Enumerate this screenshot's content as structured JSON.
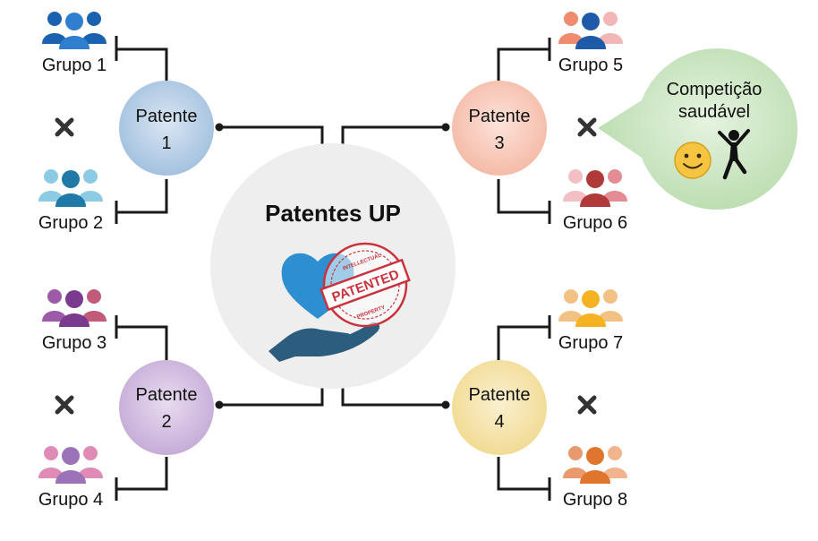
{
  "center": {
    "title": "Patentes UP",
    "stamp_text": "PATENTED",
    "stamp_top": "INTELLECTUAL",
    "stamp_bottom": "PROPERTY"
  },
  "patents": [
    {
      "word": "Patente",
      "number": "1",
      "color": "#c9d9ec"
    },
    {
      "word": "Patente",
      "number": "2",
      "color": "#d6c6e2"
    },
    {
      "word": "Patente",
      "number": "3",
      "color": "#f8d2c6"
    },
    {
      "word": "Patente",
      "number": "4",
      "color": "#f6e6b4"
    }
  ],
  "groups": [
    {
      "label": "Grupo 1",
      "colors": [
        "#1a62b0",
        "#2f7ed0",
        "#1a62b0"
      ]
    },
    {
      "label": "Grupo 2",
      "colors": [
        "#8dcbe4",
        "#1f7aa7",
        "#8dcbe4"
      ]
    },
    {
      "label": "Grupo 3",
      "colors": [
        "#9c5aa8",
        "#7a3b8f",
        "#c25a7a"
      ]
    },
    {
      "label": "Grupo 4",
      "colors": [
        "#e08ab6",
        "#9c72b8",
        "#e08ab6"
      ]
    },
    {
      "label": "Grupo 5",
      "colors": [
        "#f08c6e",
        "#1f5aa8",
        "#f2b6b6"
      ]
    },
    {
      "label": "Grupo 6",
      "colors": [
        "#f2c0c4",
        "#b03a3a",
        "#e38c94"
      ]
    },
    {
      "label": "Grupo 7",
      "colors": [
        "#f2c184",
        "#f5b323",
        "#f2c184"
      ]
    },
    {
      "label": "Grupo 8",
      "colors": [
        "#e89a6e",
        "#e0762e",
        "#f2b48c"
      ]
    }
  ],
  "bubble": {
    "line1": "Competição",
    "line2": "saudável",
    "color": "#cfe8c6"
  },
  "versus_icon": "close-icon"
}
